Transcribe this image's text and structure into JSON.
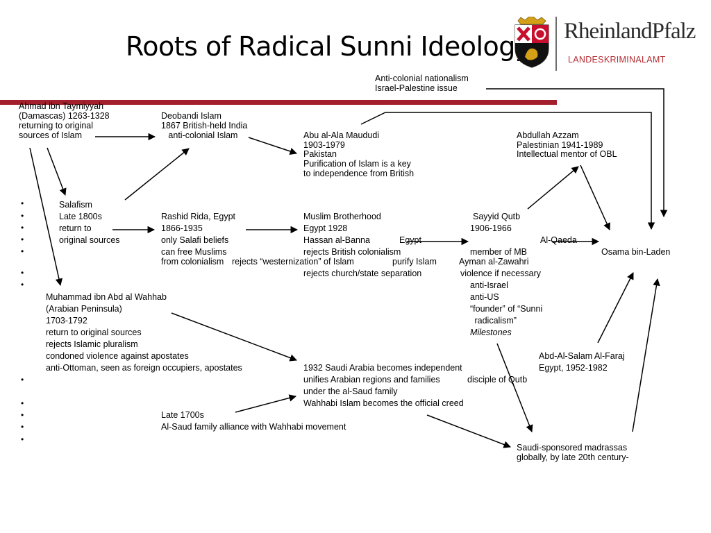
{
  "title": "Roots of Radical Sunni Ideology",
  "logo": {
    "name": "RheinlandPfalz",
    "subtitle": "LANDESKRIMINALAMT",
    "crest": "state-coat-of-arms"
  },
  "colors": {
    "accent_bar": "#a31f2c",
    "logo_subtitle": "#b52a30",
    "text": "#000000"
  },
  "bullet_symbol": "•",
  "nodes": {
    "anticolonial": [
      "Anti-colonial nationalism",
      "Israel-Palestine issue"
    ],
    "taymiyyah": [
      "Ahmad ibn Taymiyyah",
      "(Damascas) 1263-1328",
      "returning to original",
      "sources of Islam"
    ],
    "deobandi": [
      "Deobandi Islam",
      "1867 British-held India",
      "   anti-colonial Islam"
    ],
    "maududi": [
      "Abu al-Ala Maududi",
      "1903-1979",
      "Pakistan",
      "Purification of Islam is a key",
      "to independence from British"
    ],
    "azzam": [
      "Abdullah Azzam",
      "Palestinian 1941-1989",
      "Intellectual mentor of OBL"
    ],
    "salafism": [
      "Salafism",
      "Late 1800s",
      "return to",
      "original sources"
    ],
    "rida": [
      "Rashid Rida, Egypt",
      "1866-1935",
      "only Salafi beliefs",
      "can free Muslims",
      "from colonialism"
    ],
    "brotherhood": [
      "Muslim Brotherhood",
      "Egypt 1928",
      "Hassan al-Banna",
      "rejects British colonialism",
      "rejects “westernization” of Islam",
      "rejects church/state separation"
    ],
    "egypt_label": "Egypt",
    "purify": "purify Islam",
    "qutb": [
      "Sayyid Qutb",
      "1906-1966",
      "",
      "member of MB",
      "Ayman al-Zawahri",
      "violence if necessary",
      "anti-Israel",
      "anti-US",
      "“founder” of “Sunni",
      " radicalism”",
      "Milestones"
    ],
    "alqaeda": "Al-Qaeda",
    "binladen": "Osama bin-Laden",
    "wahhab": [
      "Muhammad ibn Abd al Wahhab",
      "(Arabian Peninsula)",
      "1703-1792",
      "return to original sources",
      "rejects Islamic pluralism",
      "condoned violence against apostates",
      "anti-Ottoman, seen as foreign occupiers, apostates"
    ],
    "saudi": [
      "1932 Saudi Arabia becomes independent",
      "unifies Arabian regions and families",
      "under the al-Saud family",
      "Wahhabi Islam becomes the official creed"
    ],
    "faraj": [
      "Abd-Al-Salam Al-Faraj",
      "Egypt, 1952-1982",
      "disciple of Qutb"
    ],
    "alsaud": [
      "Late 1700s",
      "Al-Saud family alliance with Wahhabi movement"
    ],
    "madrassas": [
      "Saudi-sponsored madrassas",
      "globally, by late 20th century-"
    ]
  }
}
